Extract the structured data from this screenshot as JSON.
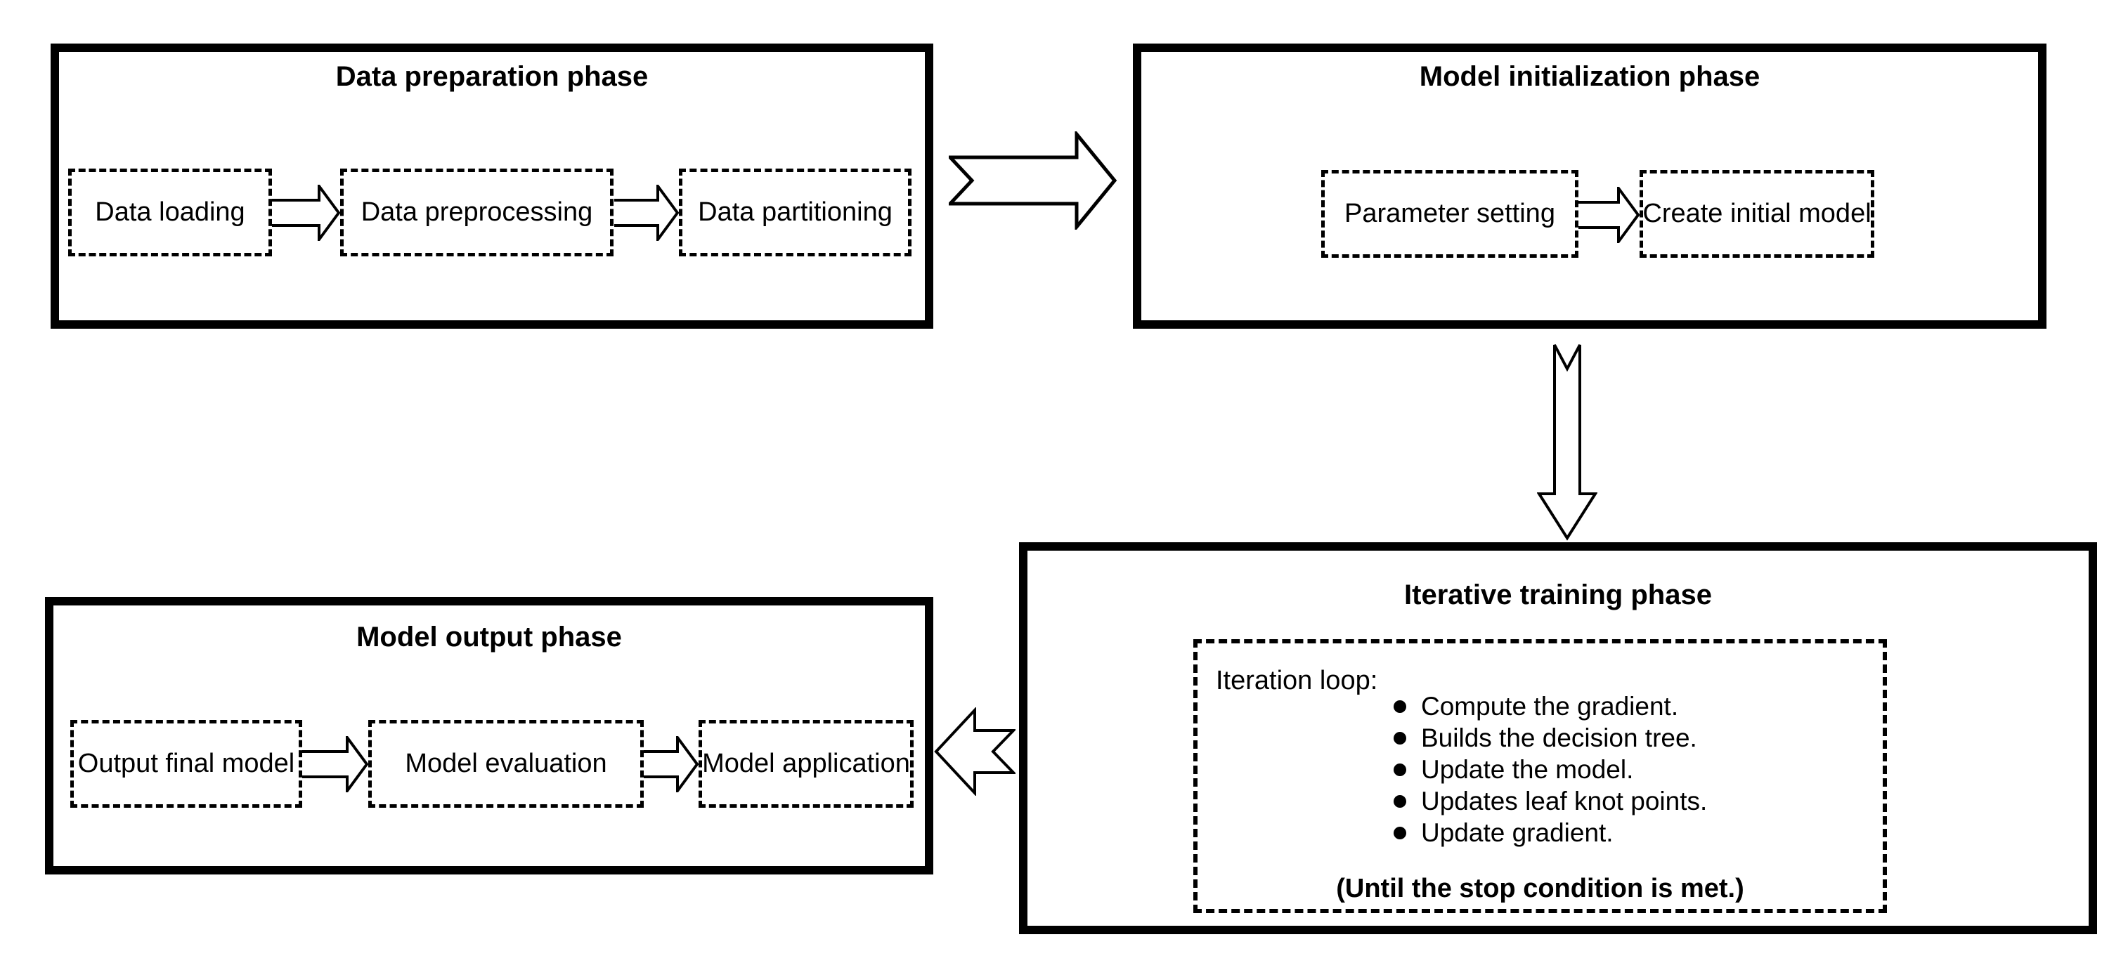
{
  "colors": {
    "ink": "#000000",
    "background": "#ffffff"
  },
  "phases": {
    "data_preparation": {
      "title": "Data preparation phase",
      "steps": [
        "Data loading",
        "Data preprocessing",
        "Data partitioning"
      ]
    },
    "model_initialization": {
      "title": "Model initialization phase",
      "steps": [
        "Parameter setting",
        "Create initial model"
      ]
    },
    "iterative_training": {
      "title": "Iterative training phase",
      "loop_label": "Iteration loop:",
      "loop_steps": [
        "Compute the gradient.",
        "Builds the decision tree.",
        "Update the model.",
        "Updates leaf knot points.",
        "Update gradient."
      ],
      "stop_note": "(Until the stop condition is met.)"
    },
    "model_output": {
      "title": "Model output phase",
      "steps": [
        "Output final model",
        "Model evaluation",
        "Model application"
      ]
    }
  },
  "icons": {
    "step_arrow": "small right block arrow",
    "phase_arrow_right": "notched right block arrow",
    "phase_arrow_down": "notched down block arrow",
    "phase_arrow_left": "notched left block arrow",
    "bullet_dot": "filled circle"
  }
}
